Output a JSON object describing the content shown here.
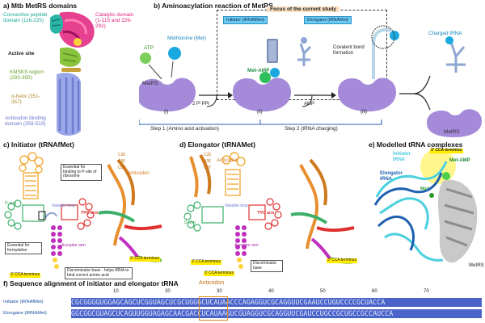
{
  "panel_a": {
    "title": "a) Mtb MetRS domains",
    "connective": "Connective peptide domain (116-225)",
    "catalytic": "Catalytic domain (1-115 and 226-292)",
    "active_site": "Active site",
    "kmsks": "KMSKS region (293-350)",
    "alpha_helix": "α-helix (351-357)",
    "anticodon_binding": "Anticodon binding domain (358-519)",
    "colors": {
      "catalytic": "#e0207c",
      "connective": "#2bb5a6",
      "kmsks": "#8ac33e",
      "helix": "#c8a13a",
      "anticodon": "#9aa7e8"
    }
  },
  "panel_b": {
    "title": "b) Aminoacylation reaction of MetRS.",
    "focus": "Focus of the current study",
    "atp": "ATP",
    "met": "Methionine (Met)",
    "metrs": "MetRS",
    "ppi": "2 Pᴵ PPi",
    "met_amp": "Met-AMP",
    "amp": "AMP",
    "initiator_box": "Initiator (tRNAfMet)",
    "elongator_box": "Elongator (tRNAMet)",
    "covalent": "Covalent bond formation",
    "charged": "Charged tRNA",
    "metrs2": "MetRS",
    "step_i": "(i)",
    "step_ii": "(ii)",
    "step_iii": "(iii)",
    "step1": "Step 1  (Amino acid activation)",
    "step2": "Step 2 (tRNA charging)",
    "colors": {
      "enzyme": "#a48ad8",
      "atp": "#7ccf5a",
      "met": "#1aa9df",
      "metamp": "#2fbf5c"
    }
  },
  "panel_c": {
    "title": "c) Initiator (tRNAfMet)",
    "note1": "Essential for binding to P-site of ribosome",
    "note2": "Essential for formylation",
    "variable_loop": "Variable loop",
    "tpsic": "TΨC arm",
    "darm": "D-arm",
    "acceptor": "Acceptor arm",
    "cca": "3' CCA terminus",
    "disc": "Discriminator base - helps tRNA to bind correct amino acid",
    "anticodon": "Anticodon",
    "c35": "C35",
    "a36": "A36",
    "u37": "U37",
    "cca2": "3' CCA terminus"
  },
  "panel_d": {
    "title": "d) Elongator (tRNAMet)",
    "c35": "C35",
    "a36": "A36",
    "u37": "U37",
    "anticodon": "Anticodon",
    "variable_loop": "Variable loop",
    "tpsic": "TΨC arm",
    "darm": "D-arm",
    "acceptor": "Acceptor arm",
    "cca": "3' CCA terminus",
    "disc": "Discriminator base",
    "cca2": "3' CCA terminus"
  },
  "panel_e": {
    "title": "e) Modelled tRNA complexes",
    "cca": "3' CCA terminus",
    "initiator": "Initiator tRNA",
    "met_amp": "Met-AMP",
    "elongator": "Elongator tRNA",
    "mg": "Mg²⁺",
    "metrs": "MetRS"
  },
  "panel_f": {
    "title": "f) Sequence alignment of initiator and elongator tRNA",
    "anticodon": "Anticodon",
    "ticks": [
      "10",
      "20",
      "30",
      "40",
      "50",
      "60",
      "70"
    ],
    "row1_label": "Initiator (tRNAfMet)",
    "row2_label": "Elongator (tRNAMet)",
    "row1_seq": "CGCGGGGUGGAGCAGCUCGGUAGCUCGCUGGGCUCAUAACCCAGAGGUCGCAGGUUCGAAUCCUGUCCCCGCUACCA",
    "row2_seq": "GGCGGCGUAGCUCAGUUGGUAGAGCAACGACCUCAUAAGUCGUAGGUCGCAGGUUCGAUCCUGCCGCUGCCGCCAUCCA"
  }
}
